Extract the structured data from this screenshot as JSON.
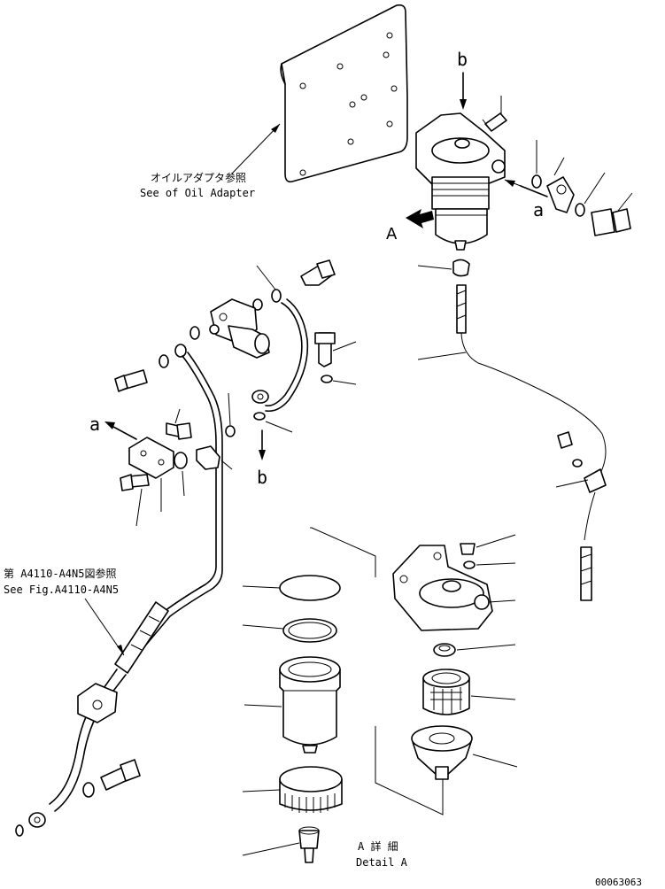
{
  "labels": {
    "oil_adapter_jp": "オイルアダプタ参照",
    "oil_adapter_en": "See of Oil Adapter",
    "fig_ref_jp": "第 A4110-A4N5図参照",
    "fig_ref_en": "See Fig.A4110-A4N5",
    "detail_jp": "A 詳 細",
    "detail_en": "Detail A",
    "view_a": "A",
    "marker_a_top": "a",
    "marker_a_left": "a",
    "marker_b_top": "b",
    "marker_b_mid": "b",
    "drawing_number": "00063063"
  }
}
